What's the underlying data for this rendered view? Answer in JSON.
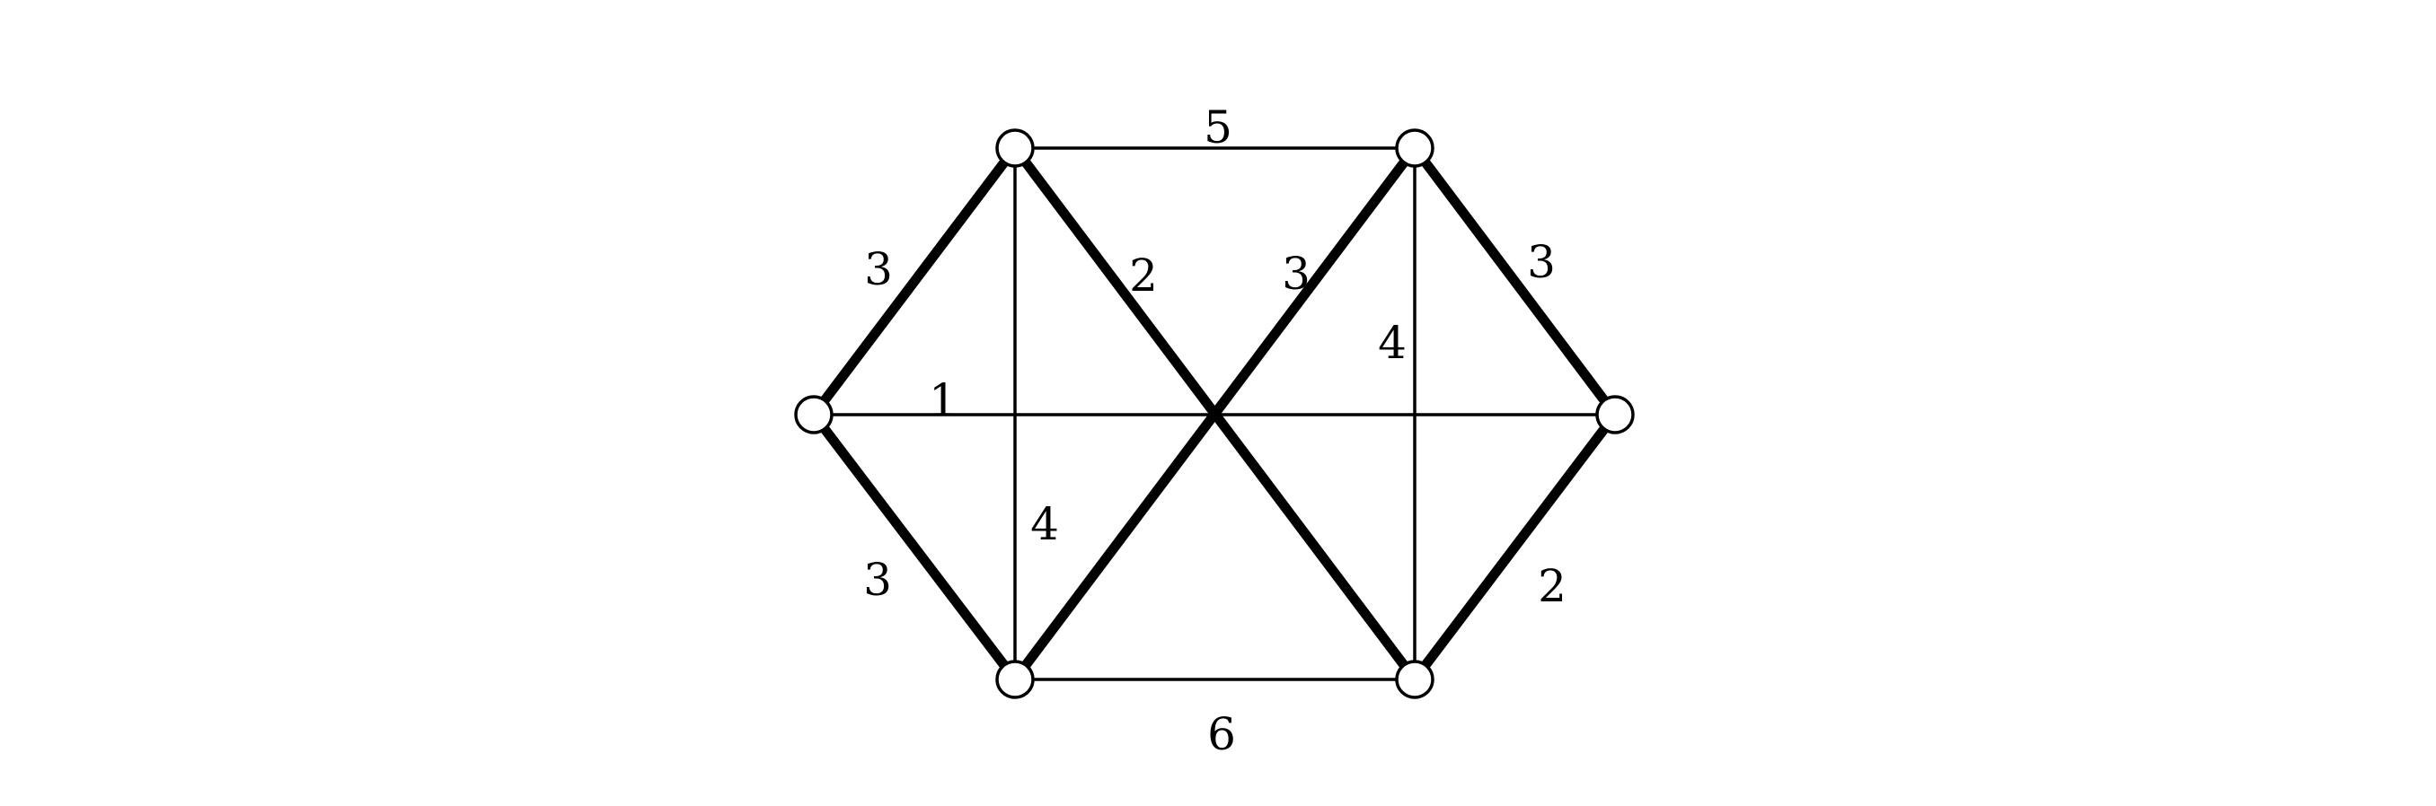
{
  "graph": {
    "nodes": [
      {
        "id": "top-left"
      },
      {
        "id": "top-right"
      },
      {
        "id": "left"
      },
      {
        "id": "right"
      },
      {
        "id": "bottom-left"
      },
      {
        "id": "bottom-right"
      }
    ],
    "edges": [
      {
        "id": "top-left-top-right",
        "from": "top-left",
        "to": "top-right",
        "weight": "5",
        "highlighted": false
      },
      {
        "id": "left-top-left",
        "from": "left",
        "to": "top-left",
        "weight": "3",
        "highlighted": true
      },
      {
        "id": "top-left-bottom-right",
        "from": "top-left",
        "to": "bottom-right",
        "weight": "2",
        "highlighted": true
      },
      {
        "id": "bottom-left-top-right",
        "from": "bottom-left",
        "to": "top-right",
        "weight": "3",
        "highlighted": true
      },
      {
        "id": "top-right-right",
        "from": "top-right",
        "to": "right",
        "weight": "3",
        "highlighted": true
      },
      {
        "id": "top-right-bottom-right",
        "from": "top-right",
        "to": "bottom-right",
        "weight": "4",
        "highlighted": false
      },
      {
        "id": "left-right",
        "from": "left",
        "to": "right",
        "weight": "1",
        "highlighted": false
      },
      {
        "id": "top-left-bottom-left",
        "from": "top-left",
        "to": "bottom-left",
        "weight": "4",
        "highlighted": false
      },
      {
        "id": "left-bottom-left",
        "from": "left",
        "to": "bottom-left",
        "weight": "3",
        "highlighted": true
      },
      {
        "id": "bottom-right-right",
        "from": "bottom-right",
        "to": "right",
        "weight": "2",
        "highlighted": true
      },
      {
        "id": "bottom-left-bottom-right",
        "from": "bottom-left",
        "to": "bottom-right",
        "weight": "6",
        "highlighted": false
      }
    ]
  }
}
